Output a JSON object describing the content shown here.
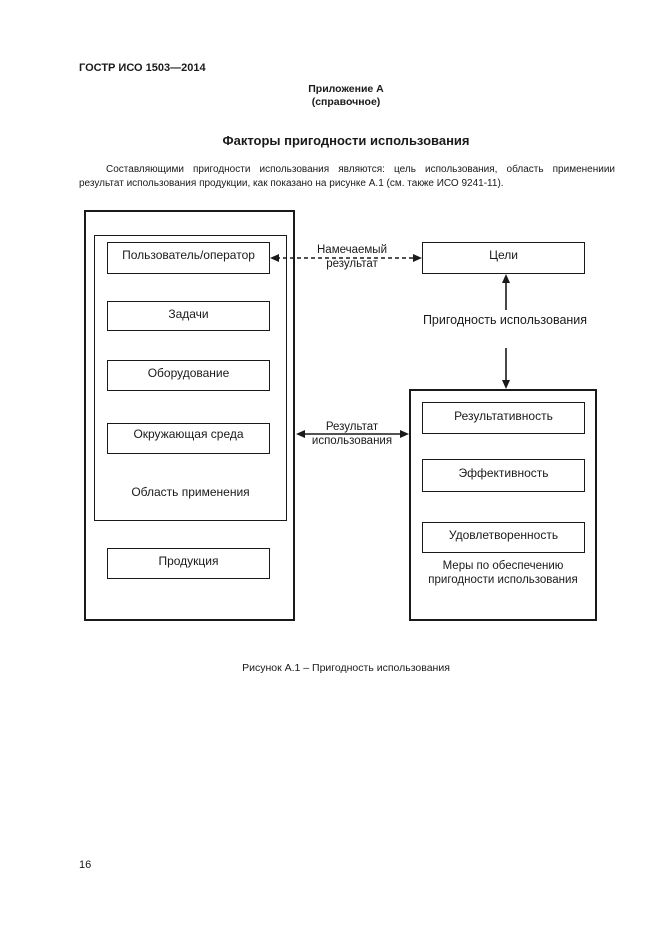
{
  "header": {
    "doc_id": "ГОСТР ИСО 1503—2014",
    "appendix_line1": "Приложение А",
    "appendix_line2": "(справочное)"
  },
  "section_title": "Факторы пригодности использования",
  "paragraph": "Составляющими пригодности использования являются: цель использования, область применениии результат использования продукции, как показано на рисунке А.1 (см. также ИСО 9241-11).",
  "diagram": {
    "left": {
      "user": "Пользователь/оператор",
      "tasks": "Задачи",
      "equipment": "Оборудование",
      "environment": "Окружающая среда",
      "context_label": "Область применения",
      "product": "Продукция"
    },
    "right": {
      "goals": "Цели",
      "usability": "Пригодность использования",
      "effectiveness": "Результативность",
      "efficiency": "Эффективность",
      "satisfaction": "Удовлетворенность",
      "measures_line1": "Меры по обеспечению",
      "measures_line2": "пригодности использования"
    },
    "arrows": {
      "intended_line1": "Намечаемый",
      "intended_line2": "результат",
      "outcome_line1": "Результат",
      "outcome_line2": "использования"
    }
  },
  "caption": "Рисунок А.1 – Пригодность использования",
  "page_number": "16"
}
